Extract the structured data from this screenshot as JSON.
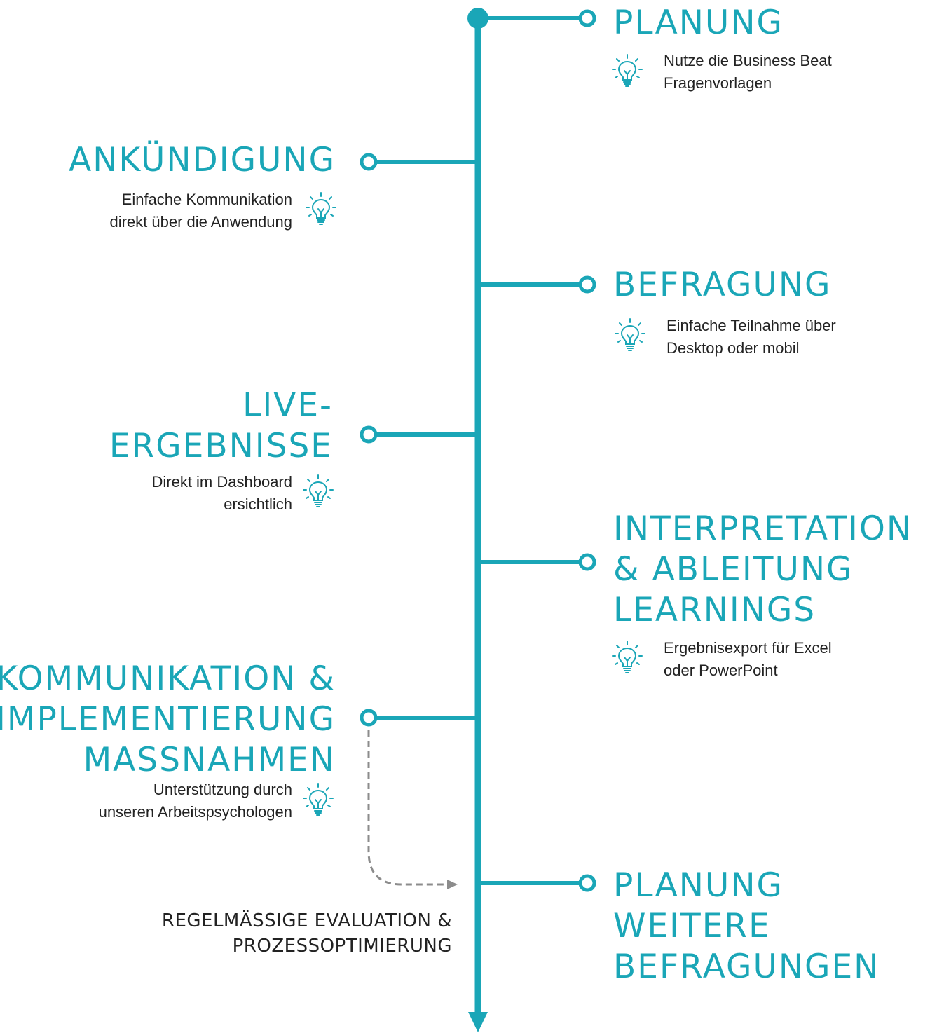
{
  "colors": {
    "accent": "#1aa6b7",
    "text": "#222222",
    "arrow": "#8c8c8c"
  },
  "steps": [
    {
      "title": "PLANUNG",
      "desc": "Nutze die Business Beat\nFragenvorlagen",
      "icon": "lightbulb-icon"
    },
    {
      "title": "ANKÜNDIGUNG",
      "desc": "Einfache Kommunikation\ndirekt über die Anwendung",
      "icon": "lightbulb-icon"
    },
    {
      "title": "BEFRAGUNG",
      "desc": "Einfache Teilnahme über\nDesktop oder mobil",
      "icon": "lightbulb-icon"
    },
    {
      "title": "LIVE-\nERGEBNISSE",
      "desc": "Direkt im Dashboard\nersichtlich",
      "icon": "lightbulb-icon"
    },
    {
      "title": "INTERPRETATION\n& ABLEITUNG\nLEARNINGS",
      "desc": "Ergebnisexport für Excel\noder PowerPoint",
      "icon": "lightbulb-icon"
    },
    {
      "title": "KOMMUNIKATION &\nIMPLEMENTIERUNG\nMASSNAHMEN",
      "desc": "Unterstützung durch\nunseren Arbeitspsychologen",
      "icon": "lightbulb-icon"
    },
    {
      "title": "PLANUNG\nWEITERE\nBEFRAGUNGEN"
    }
  ],
  "loop_note": "REGELMÄSSIGE EVALUATION &\nPROZESSOPTIMIERUNG"
}
